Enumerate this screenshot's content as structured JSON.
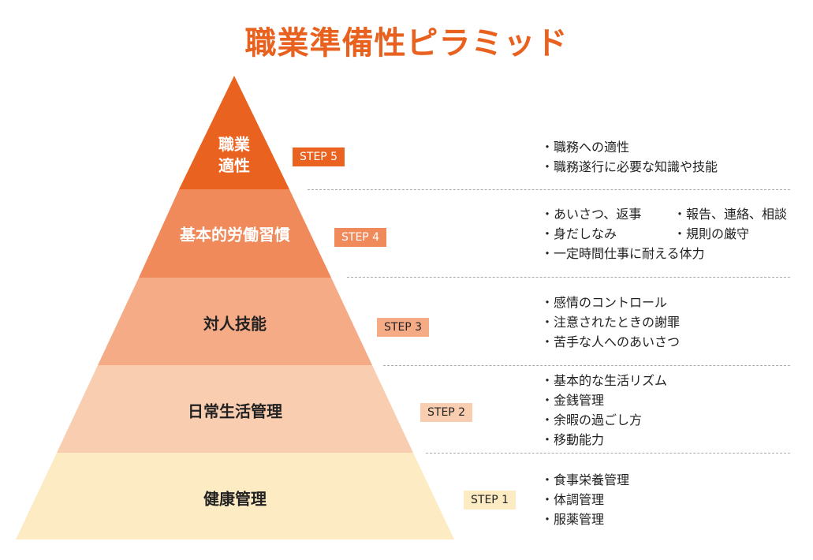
{
  "title": "職業準備性ピラミッド",
  "colors": {
    "title": "#e8611e",
    "tier5": "#e9621f",
    "tier4": "#f08a5a",
    "tier3": "#f5ab86",
    "tier2": "#f9ceb0",
    "tier1": "#fdebc3"
  },
  "tiers": [
    {
      "label_lines": [
        "職業",
        "適性"
      ],
      "step": "STEP 5",
      "items": [
        "・職務への適性",
        "・職務遂行に必要な知識や技能"
      ]
    },
    {
      "label_lines": [
        "基本的労働習慣"
      ],
      "step": "STEP 4",
      "items_two_col": [
        [
          "・あいさつ、返事",
          "・報告、連絡、相談"
        ],
        [
          "・身だしなみ",
          "・規則の厳守"
        ]
      ],
      "items": [
        "・一定時間仕事に耐える体力"
      ]
    },
    {
      "label_lines": [
        "対人技能"
      ],
      "step": "STEP 3",
      "items": [
        "・感情のコントロール",
        "・注意されたときの謝罪",
        "・苦手な人へのあいさつ"
      ]
    },
    {
      "label_lines": [
        "日常生活管理"
      ],
      "step": "STEP 2",
      "items": [
        "・基本的な生活リズム",
        "・金銭管理",
        "・余暇の過ごし方",
        "・移動能力"
      ]
    },
    {
      "label_lines": [
        "健康管理"
      ],
      "step": "STEP 1",
      "items": [
        "・食事栄養管理",
        "・体調管理",
        "・服薬管理"
      ]
    }
  ]
}
